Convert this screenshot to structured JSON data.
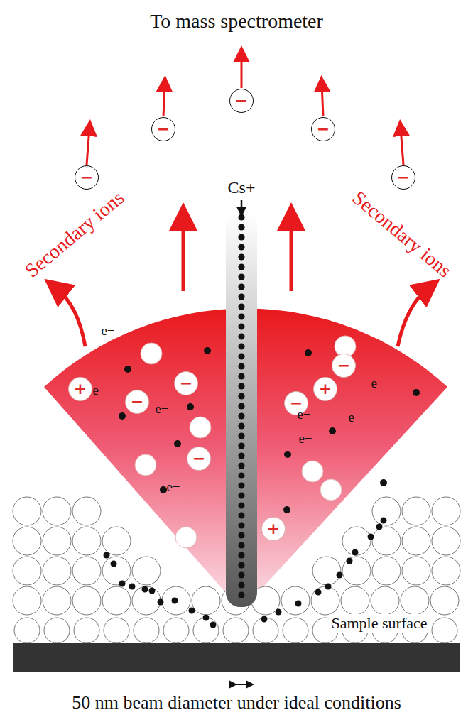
{
  "diagram": {
    "nodes": [
      {
        "text": [
          "−"
        ]
      },
      {
        "text": [
          "−"
        ]
      },
      {
        "text": [
          "−"
        ]
      },
      {
        "text": [
          "−"
        ]
      },
      {
        "text": [
          "−"
        ]
      },
      {
        "text": [
          "+"
        ]
      },
      {
        "text": [
          "−"
        ]
      },
      {
        "text": [
          "−"
        ]
      },
      {
        "text": [
          "−"
        ]
      },
      {
        "text": [
          "+"
        ]
      },
      {
        "text": [
          "−"
        ]
      },
      {
        "text": [
          "+"
        ]
      },
      {
        "text": [
          "−"
        ]
      }
    ],
    "labels": [
      "To mass spectrometer",
      "Cs+",
      "Secondary ions",
      "Secondary ions",
      "Sample surface",
      "50 nm beam diameter under ideal conditions",
      "e−",
      "e−",
      "e−",
      "e−",
      "e−",
      "e−",
      "e−",
      "e−"
    ]
  }
}
